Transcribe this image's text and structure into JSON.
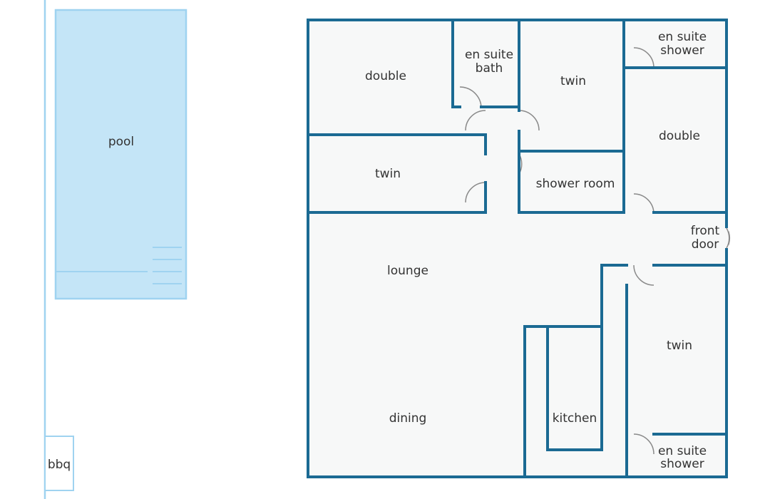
{
  "labels": {
    "pool": "pool",
    "bbq": "bbq",
    "double_top_left": "double",
    "en_suite_bath_line1": "en suite",
    "en_suite_bath_line2": "bath",
    "twin_top_middle": "twin",
    "en_suite_shower_top_line1": "en suite",
    "en_suite_shower_top_line2": "shower",
    "double_right": "double",
    "twin_left": "twin",
    "shower_room": "shower room",
    "front_door_line1": "front",
    "front_door_line2": "door",
    "lounge": "lounge",
    "twin_bottom_right": "twin",
    "dining": "dining",
    "kitchen": "kitchen",
    "en_suite_shower_bottom_line1": "en suite",
    "en_suite_shower_bottom_line2": "shower"
  },
  "colors": {
    "wall": "#1b6a93",
    "floor": "#f7f8f8",
    "pool_fill": "#c4e5f7",
    "pool_stroke": "#9fd3f0",
    "door_arc": "#8a8a8a",
    "text": "#333333"
  }
}
